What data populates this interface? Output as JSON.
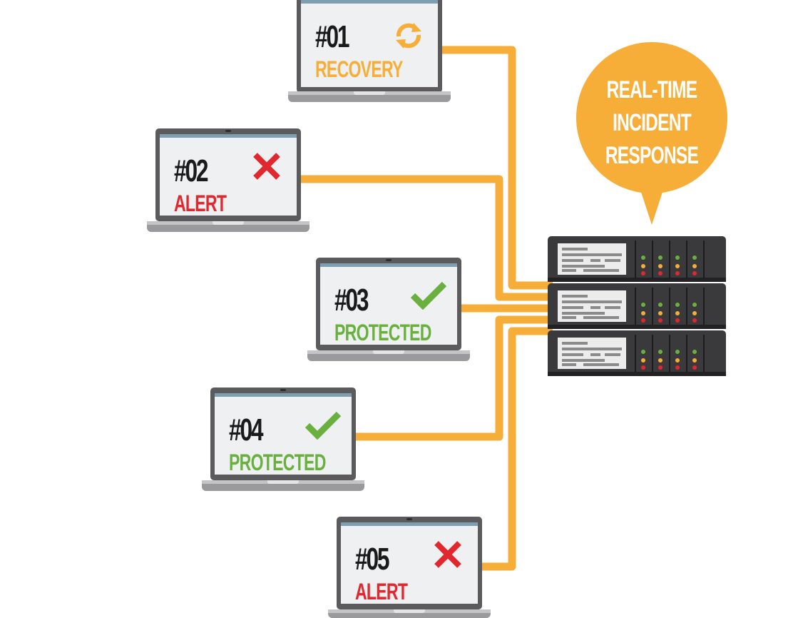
{
  "colors": {
    "wire": "#f7ae38",
    "recovery": "#f7ae38",
    "alert": "#e0282e",
    "protected": "#6ab03f",
    "laptop_frame": "#5b5b5e",
    "screen": "#eef0f1",
    "server_body": "#3a3a3c"
  },
  "callout": {
    "line1": "REAL-TIME",
    "line2": "INCIDENT",
    "line3": "RESPONSE"
  },
  "devices": [
    {
      "id": "#01",
      "status": "RECOVERY",
      "icon": "sync-icon"
    },
    {
      "id": "#02",
      "status": "ALERT",
      "icon": "x-icon"
    },
    {
      "id": "#03",
      "status": "PROTECTED",
      "icon": "check-icon"
    },
    {
      "id": "#04",
      "status": "PROTECTED",
      "icon": "check-icon"
    },
    {
      "id": "#05",
      "status": "ALERT",
      "icon": "x-icon"
    }
  ],
  "server": {
    "units": 3,
    "icon": "server-rack-icon"
  }
}
